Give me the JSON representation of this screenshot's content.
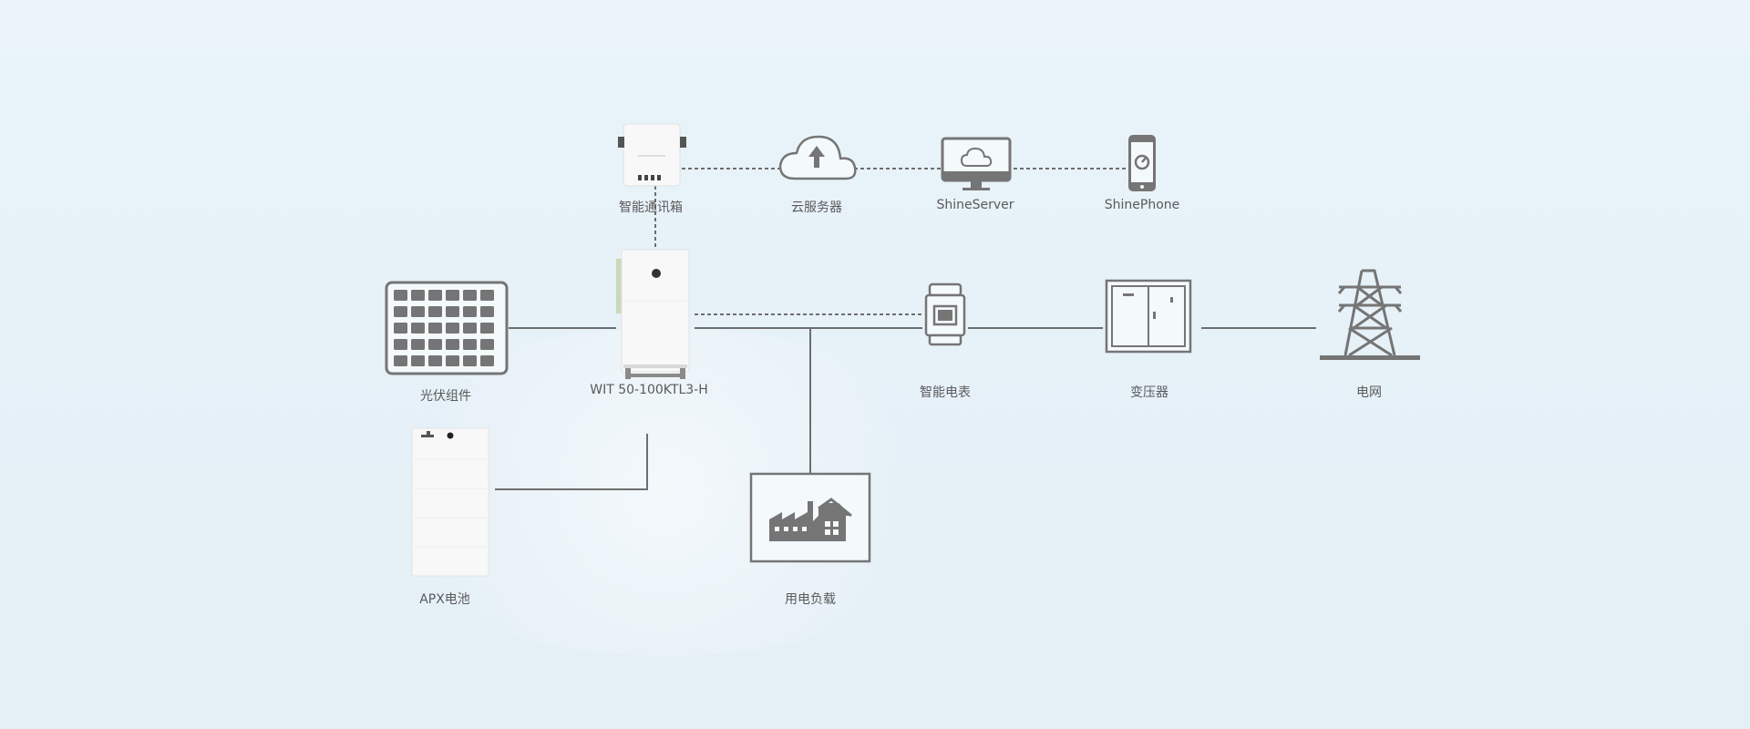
{
  "nodes": {
    "gateway": {
      "label": "智能通讯箱",
      "icon": "communication-box-icon"
    },
    "cloud": {
      "label": "云服务器",
      "icon": "cloud-upload-icon"
    },
    "shineserver": {
      "label": "ShineServer",
      "icon": "monitor-cloud-icon"
    },
    "shinephone": {
      "label": "ShinePhone",
      "icon": "smartphone-icon"
    },
    "pv": {
      "label": "光伏组件",
      "icon": "solar-panel-icon"
    },
    "inverter": {
      "label": "WIT 50-100KTL3-H",
      "icon": "inverter-icon"
    },
    "meter": {
      "label": "智能电表",
      "icon": "smart-meter-icon"
    },
    "transformer": {
      "label": "变压器",
      "icon": "transformer-icon"
    },
    "grid": {
      "label": "电网",
      "icon": "power-tower-icon"
    },
    "battery": {
      "label": "APX电池",
      "icon": "battery-icon"
    },
    "load": {
      "label": "用电负载",
      "icon": "factory-load-icon"
    }
  },
  "colors": {
    "line": "#6e6e6e",
    "icon": "#757575",
    "label": "#5a5a5a",
    "device_white": "#f7f7f7"
  }
}
